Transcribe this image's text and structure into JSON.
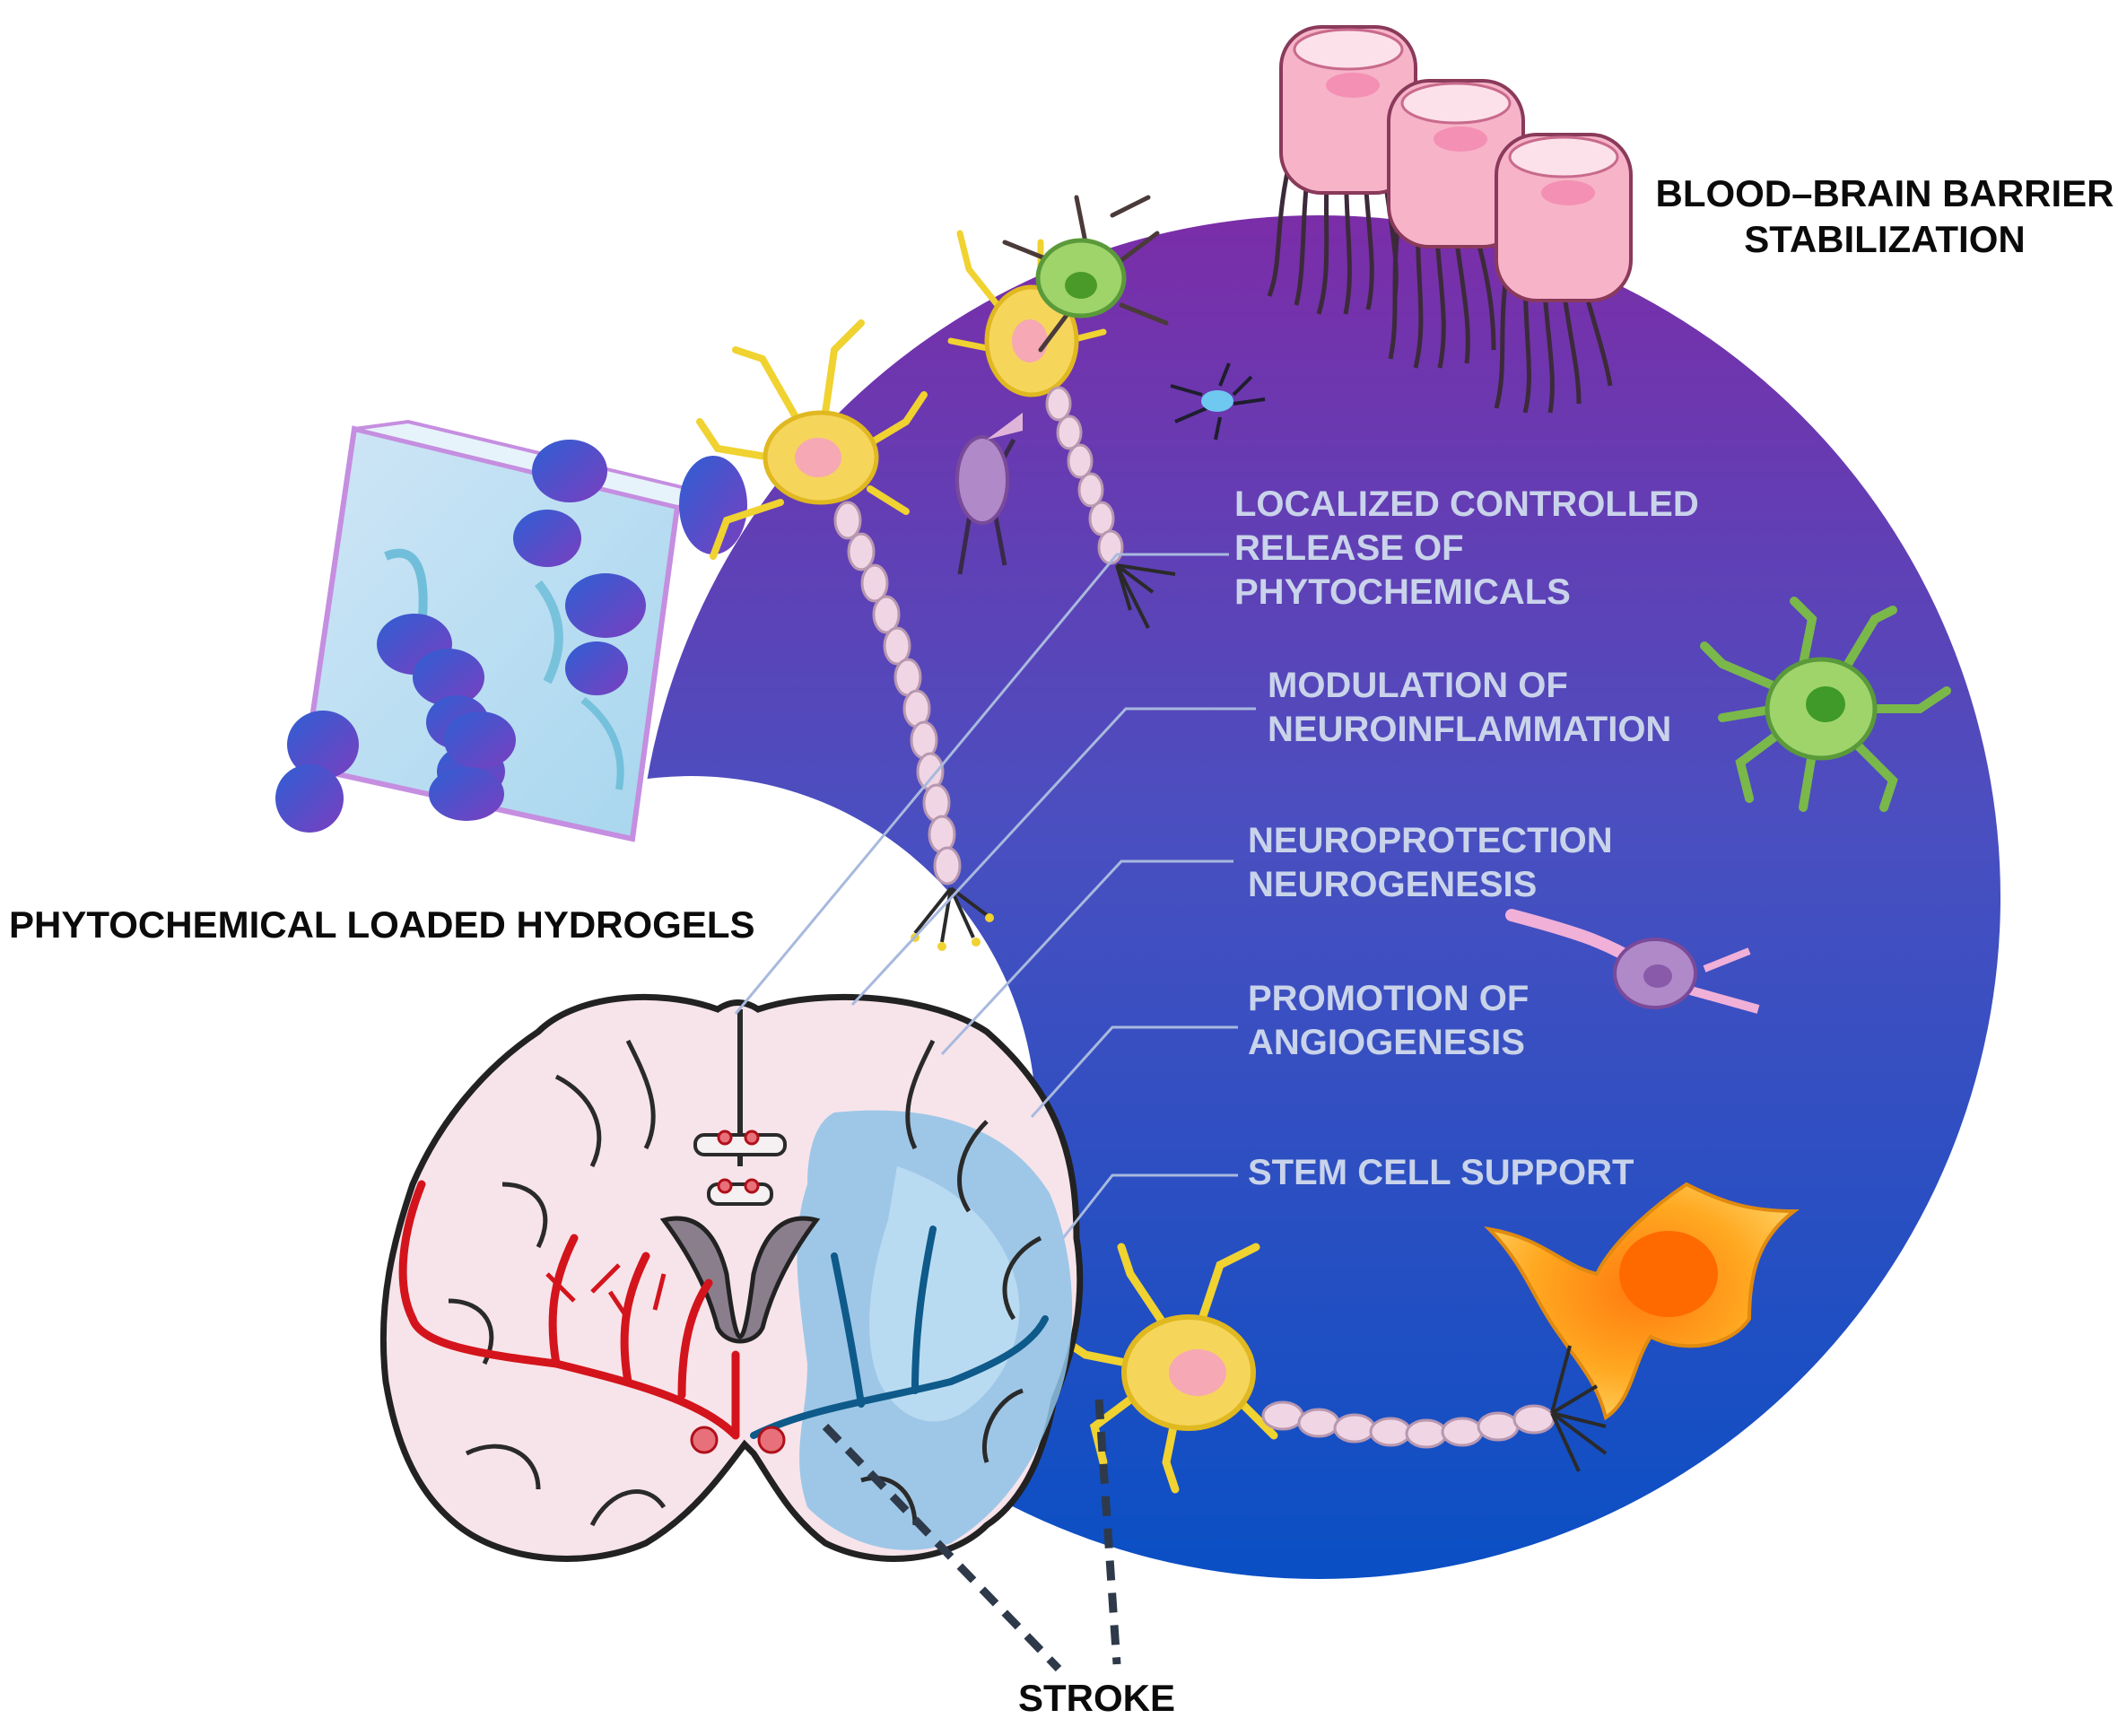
{
  "labels": {
    "bbb": [
      "BLOOD–BRAIN BARRIER",
      "STABILIZATION"
    ],
    "hydrogel": "PHYTOCHEMICAL LOADED HYDROGELS",
    "stroke": "STROKE"
  },
  "effects": [
    [
      "LOCALIZED CONTROLLED",
      "RELEASE OF",
      "PHYTOCHEMICALS"
    ],
    [
      "MODULATION OF",
      "NEUROINFLAMMATION"
    ],
    [
      "NEUROPROTECTION",
      "NEUROGENESIS"
    ],
    [
      "PROMOTION OF",
      "ANGIOGENESIS"
    ],
    [
      "STEM CELL SUPPORT"
    ]
  ],
  "colors": {
    "gradient_top": "#7b2da8",
    "gradient_bottom": "#0a4fc4",
    "effect_text": "#c9d3ea",
    "artery": "#d4141c",
    "ischemic_zone": "#8ec2e6",
    "brain_tissue": "#f7e4ea"
  },
  "icons": [
    "hydrogel-cube-icon",
    "brain-coronal-section-icon",
    "endothelial-cells-icon",
    "neuron-icon",
    "microglia-icon",
    "astrocyte-icon",
    "oligodendrocyte-icon",
    "stem-cell-icon"
  ]
}
